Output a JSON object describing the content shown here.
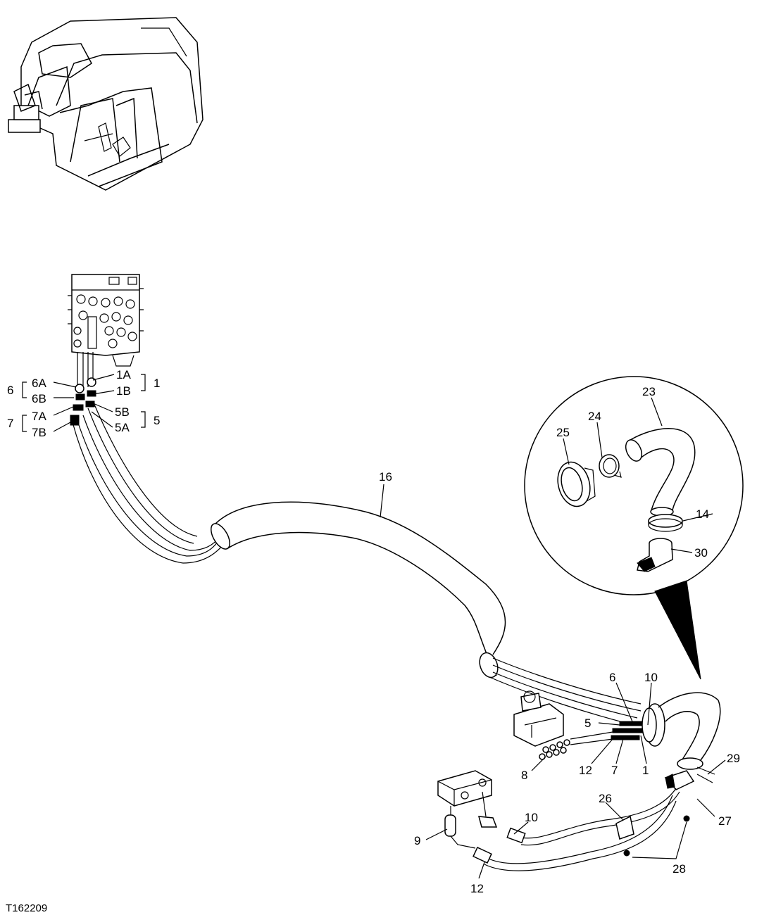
{
  "figure_id": "T162209",
  "callouts": {
    "c1_main": "1",
    "c1a": "1A",
    "c1b": "1B",
    "c5_main": "5",
    "c5a": "5A",
    "c5b": "5B",
    "c6_main": "6",
    "c6a": "6A",
    "c6b": "6B",
    "c7_main": "7",
    "c7a": "7A",
    "c7b": "7B",
    "c16": "16",
    "c23": "23",
    "c24": "24",
    "c25": "25",
    "c14": "14",
    "c30": "30",
    "c6_lower": "6",
    "c10_upper": "10",
    "c5_lower": "5",
    "c12_lower": "12",
    "c7_lower": "7",
    "c1_lower": "1",
    "c8": "8",
    "c29": "29",
    "c27": "27",
    "c26": "26",
    "c28": "28",
    "c10_lower": "10",
    "c9": "9",
    "c12_bottom": "12"
  }
}
